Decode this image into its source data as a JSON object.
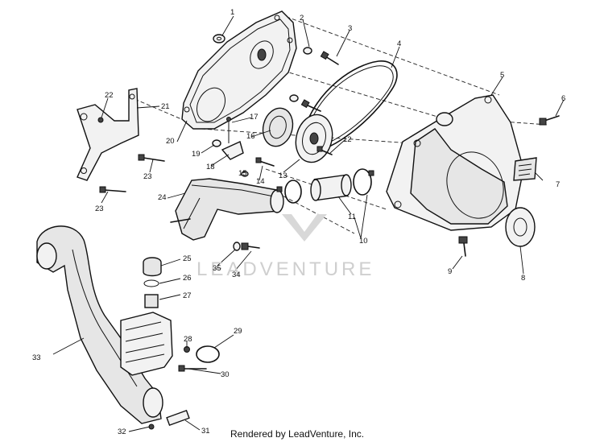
{
  "watermark": "LEADVENTURE",
  "credit": "Rendered by LeadVenture, Inc.",
  "callouts": [
    "1",
    "2",
    "3",
    "4",
    "5",
    "6",
    "7",
    "8",
    "9",
    "10",
    "11",
    "12",
    "13",
    "14",
    "15",
    "16",
    "17",
    "18",
    "19",
    "20",
    "21",
    "22",
    "23",
    "24",
    "25",
    "26",
    "27",
    "28",
    "29",
    "30",
    "31",
    "32",
    "33",
    "34",
    "35"
  ]
}
